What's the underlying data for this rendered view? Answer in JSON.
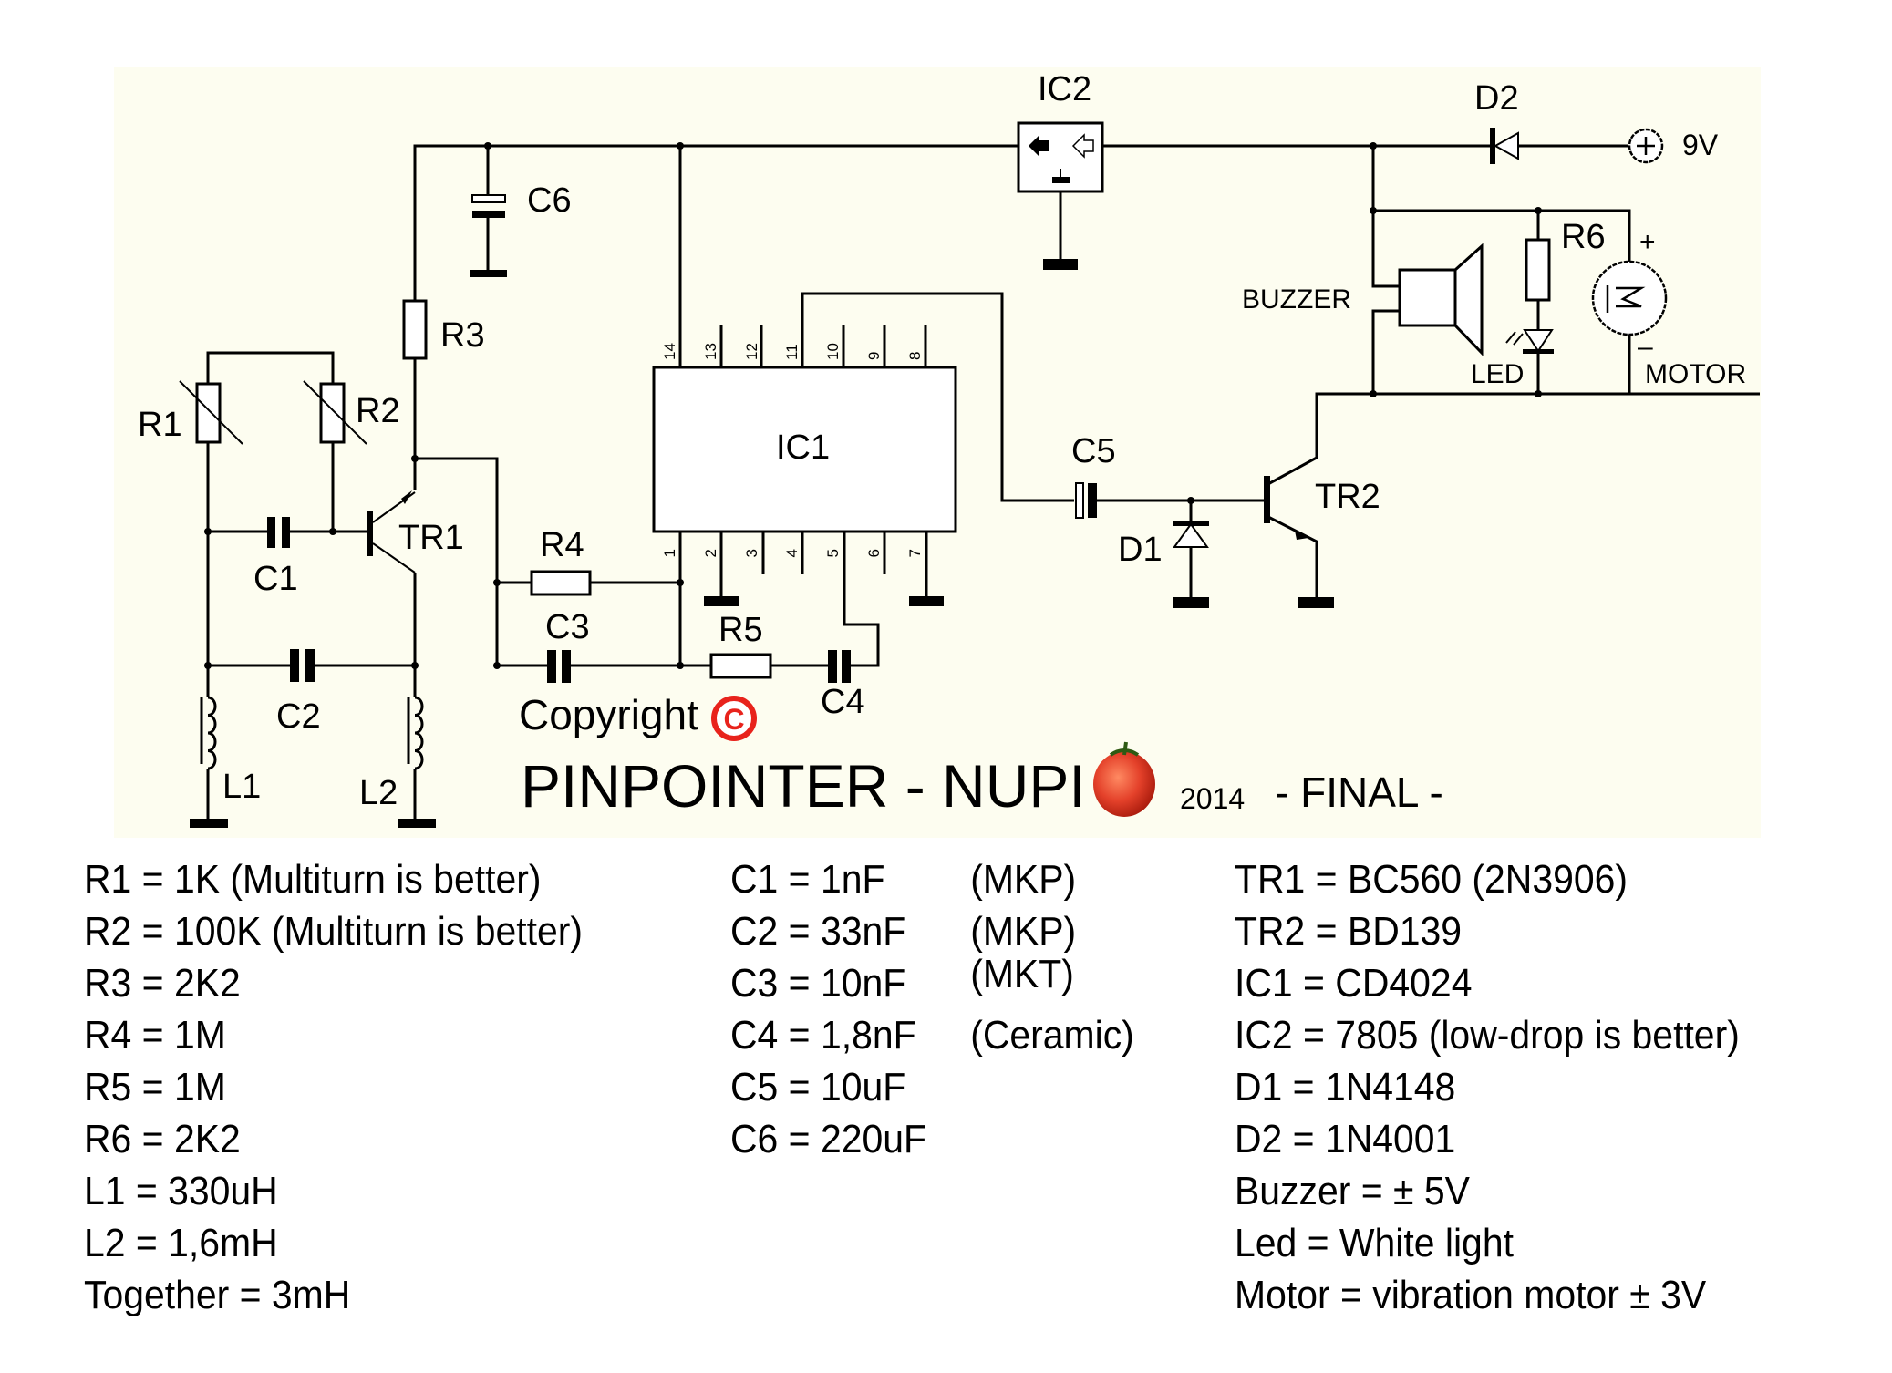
{
  "title": "PINPOINTER - NUPI",
  "year": "2014",
  "status": "- FINAL -",
  "copyright": "Copyright",
  "copyright_symbol": "C",
  "colors": {
    "background": "#fdfdf0",
    "ink": "#000000",
    "copyright_red": "#e8231c",
    "tomato": "#e4412a"
  },
  "schematic_labels": {
    "R1": "R1",
    "R2": "R2",
    "R3": "R3",
    "R4": "R4",
    "R5": "R5",
    "R6": "R6",
    "C1": "C1",
    "C2": "C2",
    "C3": "C3",
    "C4": "C4",
    "C5": "C5",
    "C6": "C6",
    "L1": "L1",
    "L2": "L2",
    "TR1": "TR1",
    "TR2": "TR2",
    "IC1": "IC1",
    "IC2": "IC2",
    "D1": "D1",
    "D2": "D2",
    "supply": "9V",
    "buzzer": "BUZZER",
    "led": "LED",
    "motor": "MOTOR",
    "motor_plus": "+",
    "motor_minus": "–"
  },
  "ic1_pins": {
    "top": [
      "14",
      "13",
      "12",
      "11",
      "10",
      "9",
      "8"
    ],
    "bottom": [
      "1",
      "2",
      "3",
      "4",
      "5",
      "6",
      "7"
    ]
  },
  "parts_list": {
    "resistors_inductors": [
      "R1 = 1K (Multiturn is better)",
      "R2 = 100K (Multiturn is better)",
      "R3 = 2K2",
      "R4 = 1M",
      "R5 = 1M",
      "R6 = 2K2",
      "L1 = 330uH",
      "L2 = 1,6mH",
      "Together = 3mH"
    ],
    "capacitors": [
      {
        "value": "C1 = 1nF",
        "type": "(MKP)"
      },
      {
        "value": "C2 = 33nF",
        "type": "(MKP)"
      },
      {
        "value": "C3 = 10nF",
        "type": "(MKT)"
      },
      {
        "value": "C4 = 1,8nF",
        "type": "(Ceramic)"
      },
      {
        "value": "C5 = 10uF",
        "type": ""
      },
      {
        "value": "C6 = 220uF",
        "type": ""
      }
    ],
    "semiconductors": [
      "TR1 = BC560 (2N3906)",
      "TR2 = BD139",
      "IC1 = CD4024",
      "IC2 = 7805 (low-drop is better)",
      "D1 = 1N4148",
      "D2 = 1N4001",
      "Buzzer = ± 5V",
      "Led = White light",
      "Motor = vibration motor ± 3V"
    ]
  }
}
